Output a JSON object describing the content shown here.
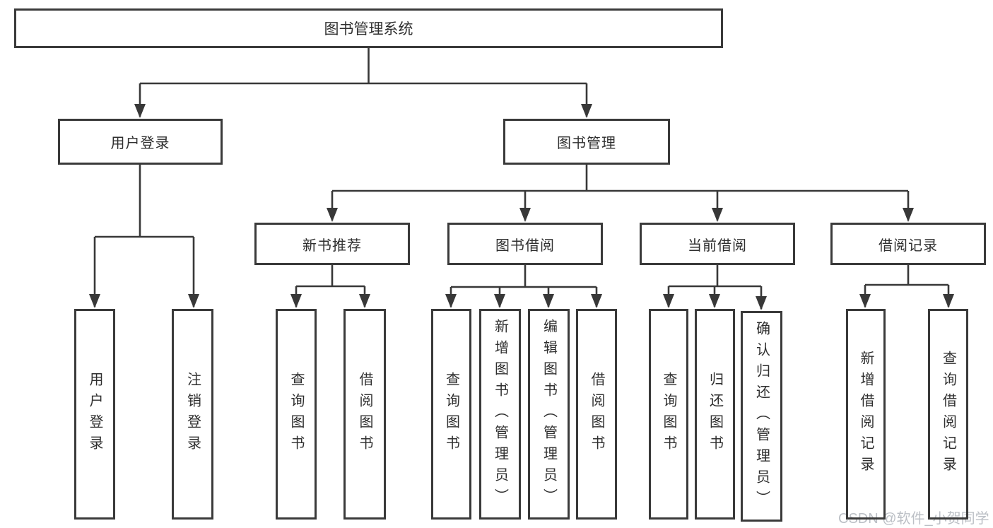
{
  "diagram": {
    "root": "图书管理系统",
    "branches": [
      {
        "label": "用户登录",
        "leaves": [
          "用户登录",
          "注销登录"
        ]
      },
      {
        "label": "图书管理",
        "sections": [
          {
            "label": "新书推荐",
            "leaves": [
              "查询图书",
              "借阅图书"
            ]
          },
          {
            "label": "图书借阅",
            "leaves": [
              "查询图书",
              "新增图书（管理员）",
              "编辑图书（管理员）",
              "借阅图书"
            ]
          },
          {
            "label": "当前借阅",
            "leaves": [
              "查询图书",
              "归还图书",
              "确认归还（管理员）"
            ]
          },
          {
            "label": "借阅记录",
            "leaves": [
              "新增借阅记录",
              "查询借阅记录"
            ]
          }
        ]
      }
    ]
  },
  "watermark": "CSDN @软件_小贺同学",
  "colors": {
    "line": "#383838",
    "border": "#3a3a3a",
    "box_fill": "#ffffff",
    "text": "#2f2f2f",
    "background": "#ffffff",
    "watermark": "#bcc0c6"
  }
}
